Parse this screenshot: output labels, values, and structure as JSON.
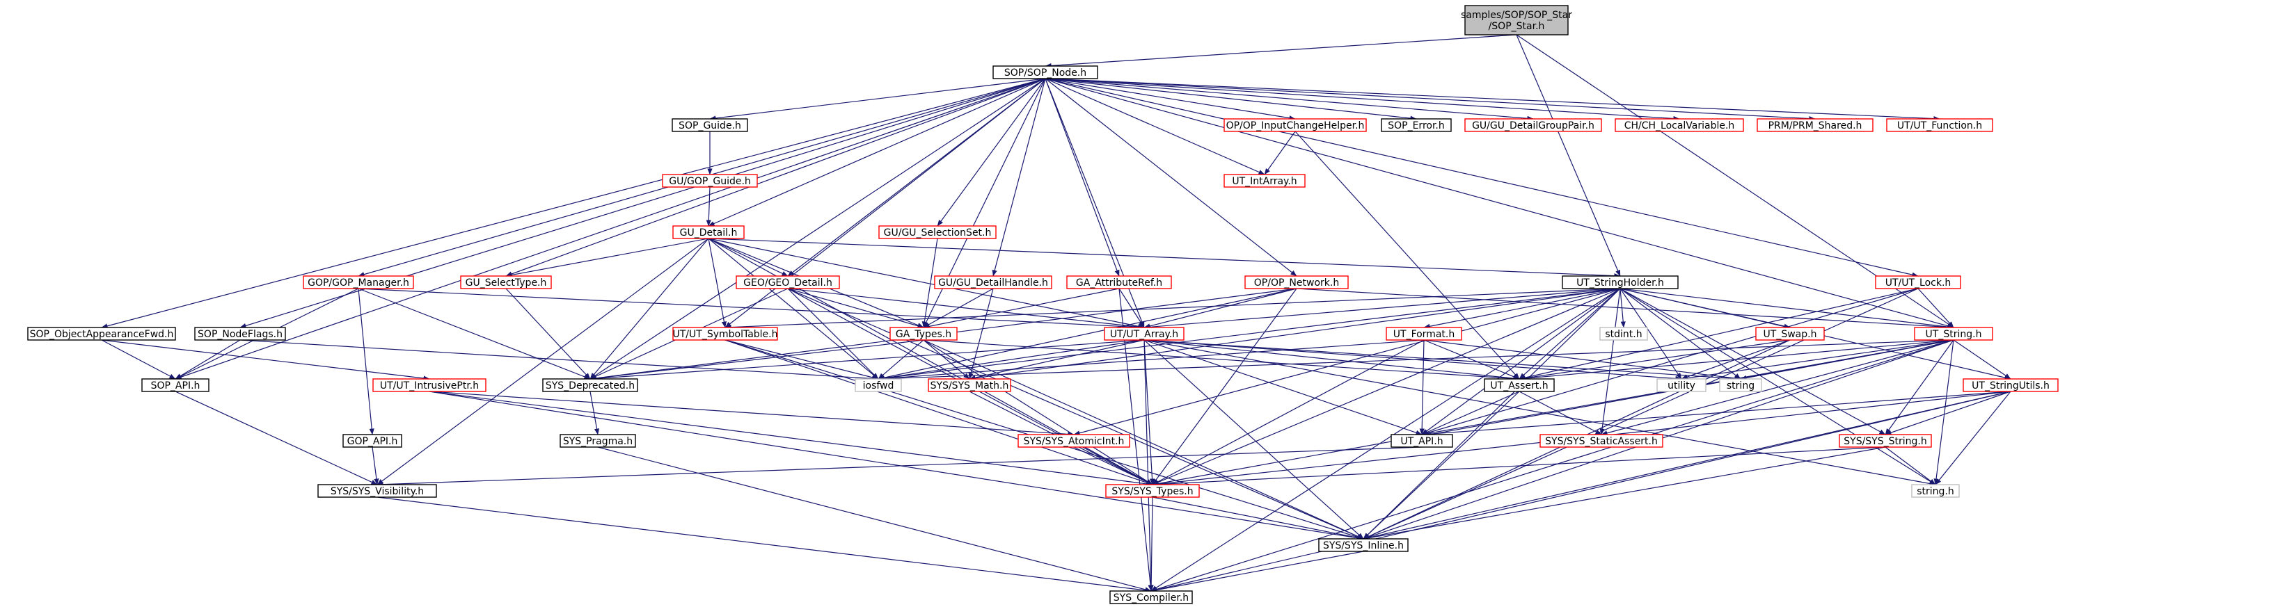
{
  "graph": {
    "nodes": [
      {
        "id": "root",
        "label": "samples/SOP/SOP_Star\n/SOP_Star.h",
        "style": "root"
      },
      {
        "id": "sopnode",
        "label": "SOP/SOP_Node.h",
        "style": "b"
      },
      {
        "id": "sopguide",
        "label": "SOP_Guide.h",
        "style": "b"
      },
      {
        "id": "inputchg",
        "label": "OP/OP_InputChangeHelper.h",
        "style": "r"
      },
      {
        "id": "soperror",
        "label": "SOP_Error.h",
        "style": "b"
      },
      {
        "id": "detgrppair",
        "label": "GU/GU_DetailGroupPair.h",
        "style": "r"
      },
      {
        "id": "localvar",
        "label": "CH/CH_LocalVariable.h",
        "style": "r"
      },
      {
        "id": "prmshared",
        "label": "PRM/PRM_Shared.h",
        "style": "r"
      },
      {
        "id": "utfunction",
        "label": "UT/UT_Function.h",
        "style": "r"
      },
      {
        "id": "gopguide",
        "label": "GU/GOP_Guide.h",
        "style": "r"
      },
      {
        "id": "utintarray",
        "label": "UT_IntArray.h",
        "style": "r"
      },
      {
        "id": "gudetail",
        "label": "GU_Detail.h",
        "style": "r"
      },
      {
        "id": "guselset",
        "label": "GU/GU_SelectionSet.h",
        "style": "r"
      },
      {
        "id": "gopmgr",
        "label": "GOP/GOP_Manager.h",
        "style": "r"
      },
      {
        "id": "guseltype",
        "label": "GU_SelectType.h",
        "style": "r"
      },
      {
        "id": "geodetail",
        "label": "GEO/GEO_Detail.h",
        "style": "r"
      },
      {
        "id": "detailhandle",
        "label": "GU/GU_DetailHandle.h",
        "style": "r"
      },
      {
        "id": "attribref",
        "label": "GA_AttributeRef.h",
        "style": "r"
      },
      {
        "id": "opnetwork",
        "label": "OP/OP_Network.h",
        "style": "r"
      },
      {
        "id": "strholder",
        "label": "UT_StringHolder.h",
        "style": "b"
      },
      {
        "id": "utlock",
        "label": "UT/UT_Lock.h",
        "style": "r"
      },
      {
        "id": "sopapfwd",
        "label": "SOP_ObjectAppearanceFwd.h",
        "style": "b"
      },
      {
        "id": "sopflags",
        "label": "SOP_NodeFlags.h",
        "style": "b"
      },
      {
        "id": "symtable",
        "label": "UT/UT_SymbolTable.h",
        "style": "r"
      },
      {
        "id": "gatypes",
        "label": "GA_Types.h",
        "style": "r"
      },
      {
        "id": "utarray",
        "label": "UT/UT_Array.h",
        "style": "r"
      },
      {
        "id": "utformat",
        "label": "UT_Format.h",
        "style": "r"
      },
      {
        "id": "stdint",
        "label": "stdint.h",
        "style": "bare"
      },
      {
        "id": "utswap",
        "label": "UT_Swap.h",
        "style": "r"
      },
      {
        "id": "utstring",
        "label": "UT_String.h",
        "style": "r"
      },
      {
        "id": "sopapi",
        "label": "SOP_API.h",
        "style": "b"
      },
      {
        "id": "intrusive",
        "label": "UT/UT_IntrusivePtr.h",
        "style": "r"
      },
      {
        "id": "deprecated",
        "label": "SYS_Deprecated.h",
        "style": "b"
      },
      {
        "id": "iosfwd",
        "label": "iosfwd",
        "style": "bare"
      },
      {
        "id": "sysmath",
        "label": "SYS/SYS_Math.h",
        "style": "r"
      },
      {
        "id": "utassert",
        "label": "UT_Assert.h",
        "style": "b"
      },
      {
        "id": "utility",
        "label": "utility",
        "style": "bare"
      },
      {
        "id": "string",
        "label": "string",
        "style": "bare"
      },
      {
        "id": "strutils",
        "label": "UT_StringUtils.h",
        "style": "r"
      },
      {
        "id": "gopapi",
        "label": "GOP_API.h",
        "style": "b"
      },
      {
        "id": "syspragma",
        "label": "SYS_Pragma.h",
        "style": "b"
      },
      {
        "id": "atomicint",
        "label": "SYS/SYS_AtomicInt.h",
        "style": "r"
      },
      {
        "id": "utapi",
        "label": "UT_API.h",
        "style": "b"
      },
      {
        "id": "staticassert",
        "label": "SYS/SYS_StaticAssert.h",
        "style": "r"
      },
      {
        "id": "sysstring",
        "label": "SYS/SYS_String.h",
        "style": "r"
      },
      {
        "id": "stringh",
        "label": "string.h",
        "style": "bare"
      },
      {
        "id": "visibility",
        "label": "SYS/SYS_Visibility.h",
        "style": "b"
      },
      {
        "id": "systypes",
        "label": "SYS/SYS_Types.h",
        "style": "r"
      },
      {
        "id": "sysinline",
        "label": "SYS/SYS_Inline.h",
        "style": "b"
      },
      {
        "id": "compiler",
        "label": "SYS_Compiler.h",
        "style": "b"
      }
    ],
    "edges": [
      [
        "root",
        "sopnode"
      ],
      [
        "root",
        "strholder"
      ],
      [
        "root",
        "utstring"
      ],
      [
        "sopnode",
        "sopguide"
      ],
      [
        "sopnode",
        "inputchg"
      ],
      [
        "sopnode",
        "soperror"
      ],
      [
        "sopnode",
        "detgrppair"
      ],
      [
        "sopnode",
        "localvar"
      ],
      [
        "sopnode",
        "prmshared"
      ],
      [
        "sopnode",
        "utfunction"
      ],
      [
        "sopnode",
        "utintarray"
      ],
      [
        "sopnode",
        "gudetail"
      ],
      [
        "sopnode",
        "guselset"
      ],
      [
        "sopnode",
        "gopmgr"
      ],
      [
        "sopnode",
        "guseltype"
      ],
      [
        "sopnode",
        "geodetail"
      ],
      [
        "sopnode",
        "detailhandle"
      ],
      [
        "sopnode",
        "attribref"
      ],
      [
        "sopnode",
        "opnetwork"
      ],
      [
        "sopnode",
        "utlock"
      ],
      [
        "sopnode",
        "sopapfwd"
      ],
      [
        "sopnode",
        "sopflags"
      ],
      [
        "sopnode",
        "symtable"
      ],
      [
        "sopnode",
        "gatypes"
      ],
      [
        "sopnode",
        "utarray"
      ],
      [
        "sopnode",
        "sopapi"
      ],
      [
        "sopnode",
        "deprecated"
      ],
      [
        "sopnode",
        "utstring"
      ],
      [
        "sopguide",
        "gopguide"
      ],
      [
        "gopguide",
        "gudetail"
      ],
      [
        "inputchg",
        "utintarray"
      ],
      [
        "inputchg",
        "utassert"
      ],
      [
        "gudetail",
        "guseltype"
      ],
      [
        "gudetail",
        "geodetail"
      ],
      [
        "gudetail",
        "gatypes"
      ],
      [
        "gudetail",
        "utarray"
      ],
      [
        "gudetail",
        "strholder"
      ],
      [
        "gudetail",
        "deprecated"
      ],
      [
        "gudetail",
        "iosfwd"
      ],
      [
        "gudetail",
        "visibility"
      ],
      [
        "gudetail",
        "systypes"
      ],
      [
        "gudetail",
        "symtable"
      ],
      [
        "guselset",
        "gatypes"
      ],
      [
        "gopmgr",
        "sopapi"
      ],
      [
        "gopmgr",
        "gopapi"
      ],
      [
        "gopmgr",
        "deprecated"
      ],
      [
        "gopmgr",
        "utarray"
      ],
      [
        "guseltype",
        "deprecated"
      ],
      [
        "geodetail",
        "gatypes"
      ],
      [
        "geodetail",
        "utarray"
      ],
      [
        "geodetail",
        "iosfwd"
      ],
      [
        "geodetail",
        "deprecated"
      ],
      [
        "geodetail",
        "systypes"
      ],
      [
        "geodetail",
        "sysinline"
      ],
      [
        "detailhandle",
        "gatypes"
      ],
      [
        "detailhandle",
        "sysmath"
      ],
      [
        "attribref",
        "gatypes"
      ],
      [
        "attribref",
        "utarray"
      ],
      [
        "attribref",
        "compiler"
      ],
      [
        "opnetwork",
        "utarray"
      ],
      [
        "opnetwork",
        "deprecated"
      ],
      [
        "opnetwork",
        "iosfwd"
      ],
      [
        "opnetwork",
        "systypes"
      ],
      [
        "opnetwork",
        "utstring"
      ],
      [
        "strholder",
        "utformat"
      ],
      [
        "strholder",
        "stdint"
      ],
      [
        "strholder",
        "utswap"
      ],
      [
        "strholder",
        "utstring"
      ],
      [
        "strholder",
        "utarray"
      ],
      [
        "strholder",
        "utassert"
      ],
      [
        "strholder",
        "utility"
      ],
      [
        "strholder",
        "string"
      ],
      [
        "strholder",
        "strutils"
      ],
      [
        "strholder",
        "utapi"
      ],
      [
        "strholder",
        "systypes"
      ],
      [
        "strholder",
        "sysinline"
      ],
      [
        "strholder",
        "iosfwd"
      ],
      [
        "strholder",
        "atomicint"
      ],
      [
        "strholder",
        "compiler"
      ],
      [
        "strholder",
        "sysstring"
      ],
      [
        "strholder",
        "stringh"
      ],
      [
        "strholder",
        "sysmath"
      ],
      [
        "strholder",
        "symtable"
      ],
      [
        "strholder",
        "staticassert"
      ],
      [
        "utlock",
        "utstring"
      ],
      [
        "utlock",
        "utassert"
      ],
      [
        "utlock",
        "utapi"
      ],
      [
        "utlock",
        "sysinline"
      ],
      [
        "sopapfwd",
        "sopapi"
      ],
      [
        "sopapfwd",
        "intrusive"
      ],
      [
        "sopflags",
        "sopapi"
      ],
      [
        "sopflags",
        "iosfwd"
      ],
      [
        "sopapi",
        "visibility"
      ],
      [
        "intrusive",
        "atomicint"
      ],
      [
        "intrusive",
        "systypes"
      ],
      [
        "intrusive",
        "sysinline"
      ],
      [
        "symtable",
        "iosfwd"
      ],
      [
        "symtable",
        "systypes"
      ],
      [
        "symtable",
        "sysinline"
      ],
      [
        "gatypes",
        "sysmath"
      ],
      [
        "gatypes",
        "utassert"
      ],
      [
        "gatypes",
        "systypes"
      ],
      [
        "gatypes",
        "sysinline"
      ],
      [
        "gatypes",
        "deprecated"
      ],
      [
        "gatypes",
        "iosfwd"
      ],
      [
        "utarray",
        "utassert"
      ],
      [
        "utarray",
        "utapi"
      ],
      [
        "utarray",
        "systypes"
      ],
      [
        "utarray",
        "sysinline"
      ],
      [
        "utarray",
        "iosfwd"
      ],
      [
        "utarray",
        "utility"
      ],
      [
        "utarray",
        "string"
      ],
      [
        "utarray",
        "stringh"
      ],
      [
        "utarray",
        "compiler"
      ],
      [
        "utarray",
        "sysmath"
      ],
      [
        "utarray",
        "deprecated"
      ],
      [
        "utformat",
        "utassert"
      ],
      [
        "utformat",
        "utapi"
      ],
      [
        "utformat",
        "systypes"
      ],
      [
        "utformat",
        "string"
      ],
      [
        "utformat",
        "iosfwd"
      ],
      [
        "utswap",
        "utassert"
      ],
      [
        "utswap",
        "utility"
      ],
      [
        "utswap",
        "sysinline"
      ],
      [
        "utstring",
        "utassert"
      ],
      [
        "utstring",
        "strutils"
      ],
      [
        "utstring",
        "utapi"
      ],
      [
        "utstring",
        "systypes"
      ],
      [
        "utstring",
        "sysinline"
      ],
      [
        "utstring",
        "sysstring"
      ],
      [
        "utstring",
        "stringh"
      ],
      [
        "utstring",
        "string"
      ],
      [
        "utstring",
        "iosfwd"
      ],
      [
        "utstring",
        "utility"
      ],
      [
        "utstring",
        "staticassert"
      ],
      [
        "utstring",
        "compiler"
      ],
      [
        "deprecated",
        "syspragma"
      ],
      [
        "sysmath",
        "systypes"
      ],
      [
        "utassert",
        "utapi"
      ],
      [
        "utassert",
        "staticassert"
      ],
      [
        "utassert",
        "sysinline"
      ],
      [
        "strutils",
        "utapi"
      ],
      [
        "strutils",
        "sysstring"
      ],
      [
        "strutils",
        "systypes"
      ],
      [
        "strutils",
        "stringh"
      ],
      [
        "strutils",
        "sysinline"
      ],
      [
        "strutils",
        "compiler"
      ],
      [
        "gopapi",
        "visibility"
      ],
      [
        "syspragma",
        "compiler"
      ],
      [
        "atomicint",
        "systypes"
      ],
      [
        "utapi",
        "visibility"
      ],
      [
        "sysstring",
        "systypes"
      ],
      [
        "sysstring",
        "stringh"
      ],
      [
        "sysstring",
        "sysinline"
      ],
      [
        "visibility",
        "compiler"
      ],
      [
        "systypes",
        "sysinline"
      ],
      [
        "systypes",
        "compiler"
      ],
      [
        "sysinline",
        "compiler"
      ]
    ]
  }
}
